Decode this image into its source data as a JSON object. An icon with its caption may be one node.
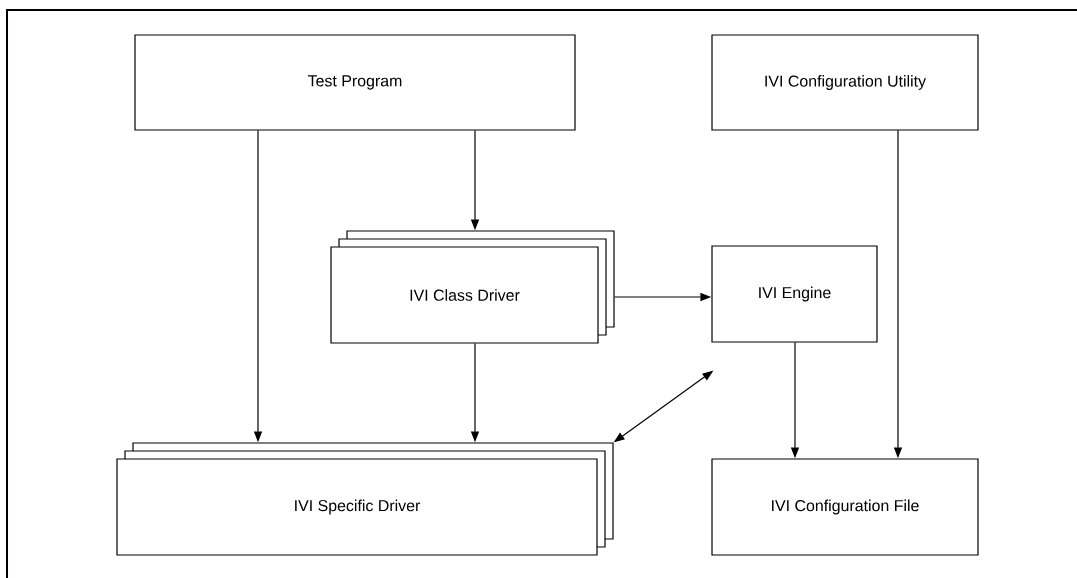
{
  "diagram": {
    "nodes": [
      {
        "text": [
          "Test Program"
        ]
      },
      {
        "text": [
          "IVI Configuration Utility"
        ]
      },
      {
        "text": [
          "IVI Class Driver"
        ]
      },
      {
        "text": [
          "IVI Engine"
        ]
      },
      {
        "text": [
          "IVI Specific Driver"
        ]
      },
      {
        "text": [
          "IVI Configuration File"
        ]
      }
    ],
    "edges": [
      {
        "from": 0,
        "to": 4,
        "arrow": "to"
      },
      {
        "from": 0,
        "to": 2,
        "arrow": "to"
      },
      {
        "from": 2,
        "to": 3,
        "arrow": "to"
      },
      {
        "from": 2,
        "to": 4,
        "arrow": "to"
      },
      {
        "from": 3,
        "to": 4,
        "arrow": "both"
      },
      {
        "from": 3,
        "to": 5,
        "arrow": "to"
      },
      {
        "from": 1,
        "to": 5,
        "arrow": "to"
      }
    ]
  }
}
